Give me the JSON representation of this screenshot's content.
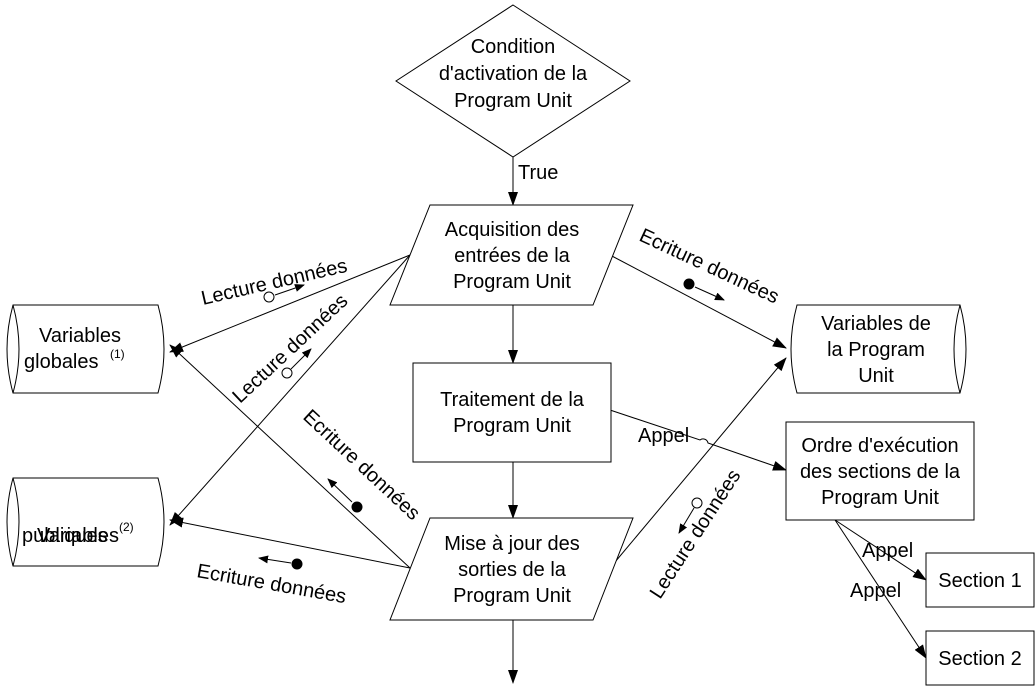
{
  "nodes": {
    "condition": [
      "Condition",
      "d'activation de la",
      "Program Unit"
    ],
    "acquisition": [
      "Acquisition des",
      "entrées de la",
      "Program Unit"
    ],
    "traitement": [
      "Traitement de la",
      "Program Unit"
    ],
    "mise_a_jour": [
      "Mise à jour des",
      "sorties de la",
      "Program Unit"
    ],
    "variables_globales": {
      "line1": "Variables",
      "line2": "globales",
      "sup": "(1)"
    },
    "variables_publiques": {
      "line1": "Variables",
      "line2": "publiques",
      "sup": "(2)"
    },
    "variables_pu": [
      "Variables de",
      "la Program",
      "Unit"
    ],
    "ordre": [
      "Ordre d'exécution",
      "des sections de la",
      "Program Unit"
    ],
    "section1": "Section 1",
    "section2": "Section 2"
  },
  "edge_labels": {
    "true": "True",
    "lecture_1": "Lecture données",
    "lecture_2": "Lecture données",
    "lecture_3": "Lecture données",
    "ecriture_1": "Ecriture données",
    "ecriture_2": "Ecriture données",
    "ecriture_3": "Ecriture données",
    "appel_1": "Appel",
    "appel_2": "Appel",
    "appel_3": "Appel"
  }
}
